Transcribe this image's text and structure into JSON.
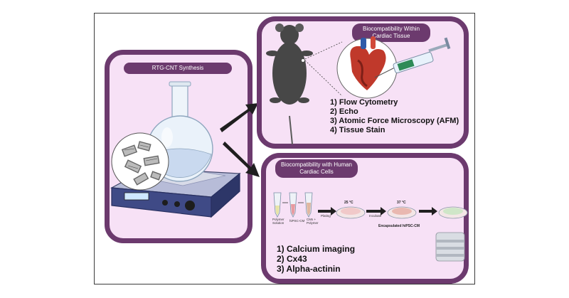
{
  "panels": {
    "synthesis": {
      "title": "RTG-CNT Synthesis"
    },
    "tissue": {
      "title": "Biocompatibility Within Cardiac Tissue",
      "items": [
        "1) Flow Cytometry",
        "2) Echo",
        "3) Atomic Force Microscopy (AFM)",
        "4) Tissue Stain"
      ]
    },
    "cells": {
      "title": "Biocompatibility with Human Cardiac Cells",
      "items": [
        "1) Calcium imaging",
        "2) Cx43",
        "3) Alpha-actinin"
      ],
      "workflow": {
        "polymer_solution": "Polymer Solution",
        "hipsc_cm": "hiPSC-CM",
        "cms_polymer": "CMs + Polymer",
        "plating": "Plating",
        "temp1": "25 °C",
        "incubate": "Incubate",
        "temp2": "37 °C",
        "encapsulated": "Encapsulated hiPSC-CM"
      }
    }
  },
  "colors": {
    "panel_border": "#6c3a6e",
    "panel_fill": "#f7e1f6",
    "arrow": "#1f1f1f"
  }
}
